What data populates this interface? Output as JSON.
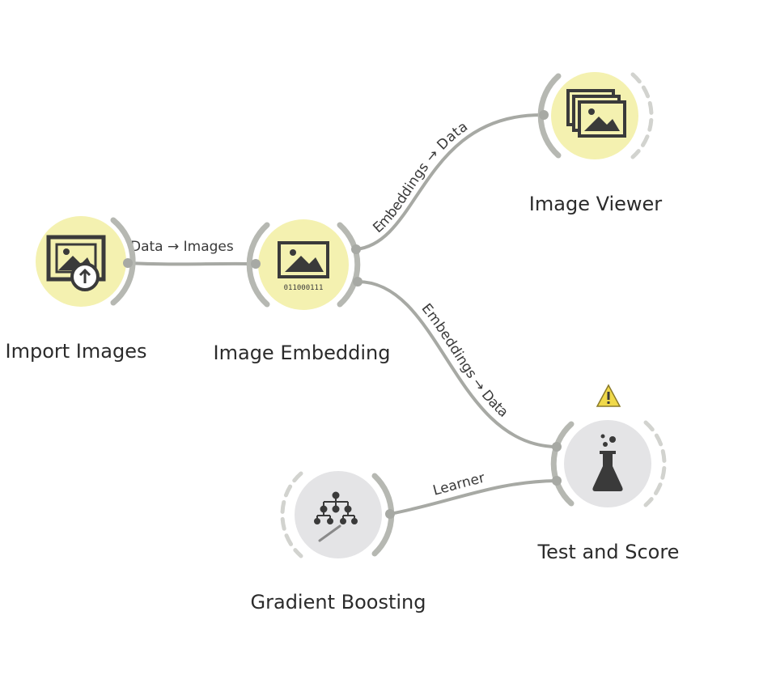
{
  "colors": {
    "data_node_fill": "#f4f1b0",
    "model_node_fill": "#e4e4e6",
    "link": "#a7a9a4",
    "warning": "#f0d94a"
  },
  "nodes": {
    "import_images": {
      "label": "Import Images",
      "icon": "image-upload-icon"
    },
    "image_embedding": {
      "label": "Image Embedding",
      "icon": "image-binary-icon",
      "icon_text": "011000111"
    },
    "image_viewer": {
      "label": "Image Viewer",
      "icon": "image-stack-icon"
    },
    "test_and_score": {
      "label": "Test and Score",
      "icon": "flask-icon",
      "status": "warning-icon"
    },
    "gradient_boosting": {
      "label": "Gradient Boosting",
      "icon": "tree-ensemble-icon"
    }
  },
  "links": {
    "import_to_embedding": {
      "label": "Data → Images"
    },
    "embedding_to_viewer": {
      "label": "Embeddings → Data"
    },
    "embedding_to_test": {
      "label": "Embeddings → Data"
    },
    "boosting_to_test": {
      "label": "Learner"
    }
  }
}
